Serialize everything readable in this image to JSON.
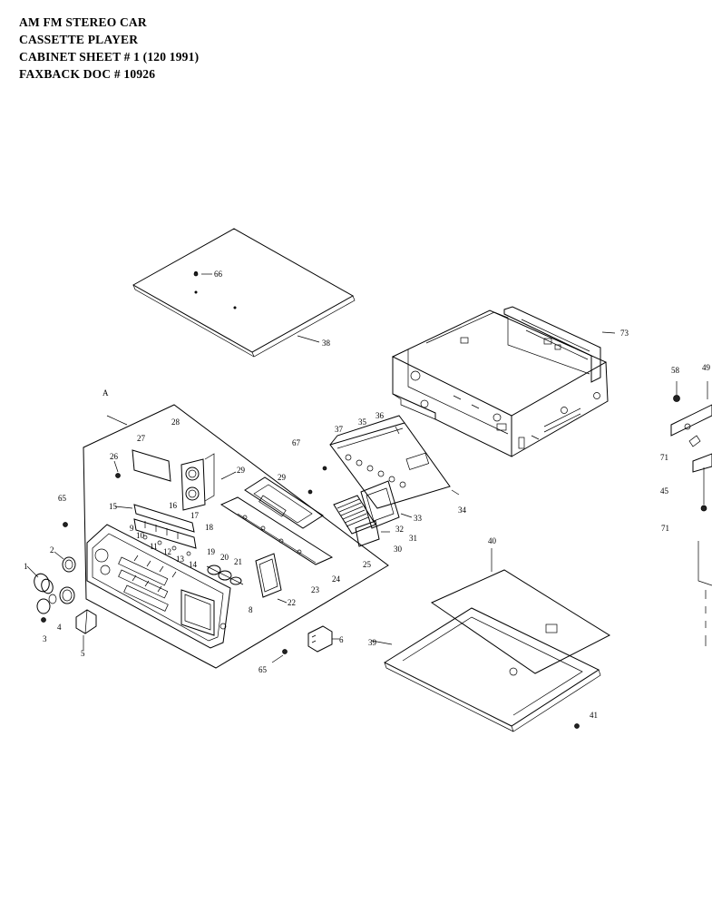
{
  "header": {
    "lines": [
      "AM FM STEREO CAR",
      "CASSETTE PLAYER",
      "CABINET SHEET # 1  (120 1991)",
      "FAXBACK DOC # 10926"
    ]
  },
  "callouts": {
    "c1": "1",
    "c2": "2",
    "c3": "3",
    "c4": "4",
    "c5": "5",
    "c6": "6",
    "c8": "8",
    "c9": "9",
    "c10": "10",
    "c11": "11",
    "c12": "12",
    "c13": "13",
    "c14": "14",
    "c15": "15",
    "c16": "16",
    "c17": "17",
    "c18": "18",
    "c19": "19",
    "c20": "20",
    "c21": "21",
    "c22": "22",
    "c23": "23",
    "c24": "24",
    "c25": "25",
    "c26": "26",
    "c27": "27",
    "c28": "28",
    "c29a": "29",
    "c29b": "29",
    "c30": "30",
    "c31": "31",
    "c32": "32",
    "c33": "33",
    "c34": "34",
    "c35": "35",
    "c36": "36",
    "c37": "37",
    "c38": "38",
    "c39": "39",
    "c40": "40",
    "c41": "41",
    "c45": "45",
    "c49": "49",
    "c58": "58",
    "c65a": "65",
    "c65b": "65",
    "c66": "66",
    "c67": "67",
    "c71a": "71",
    "c71b": "71",
    "c73": "73",
    "cA": "A"
  }
}
